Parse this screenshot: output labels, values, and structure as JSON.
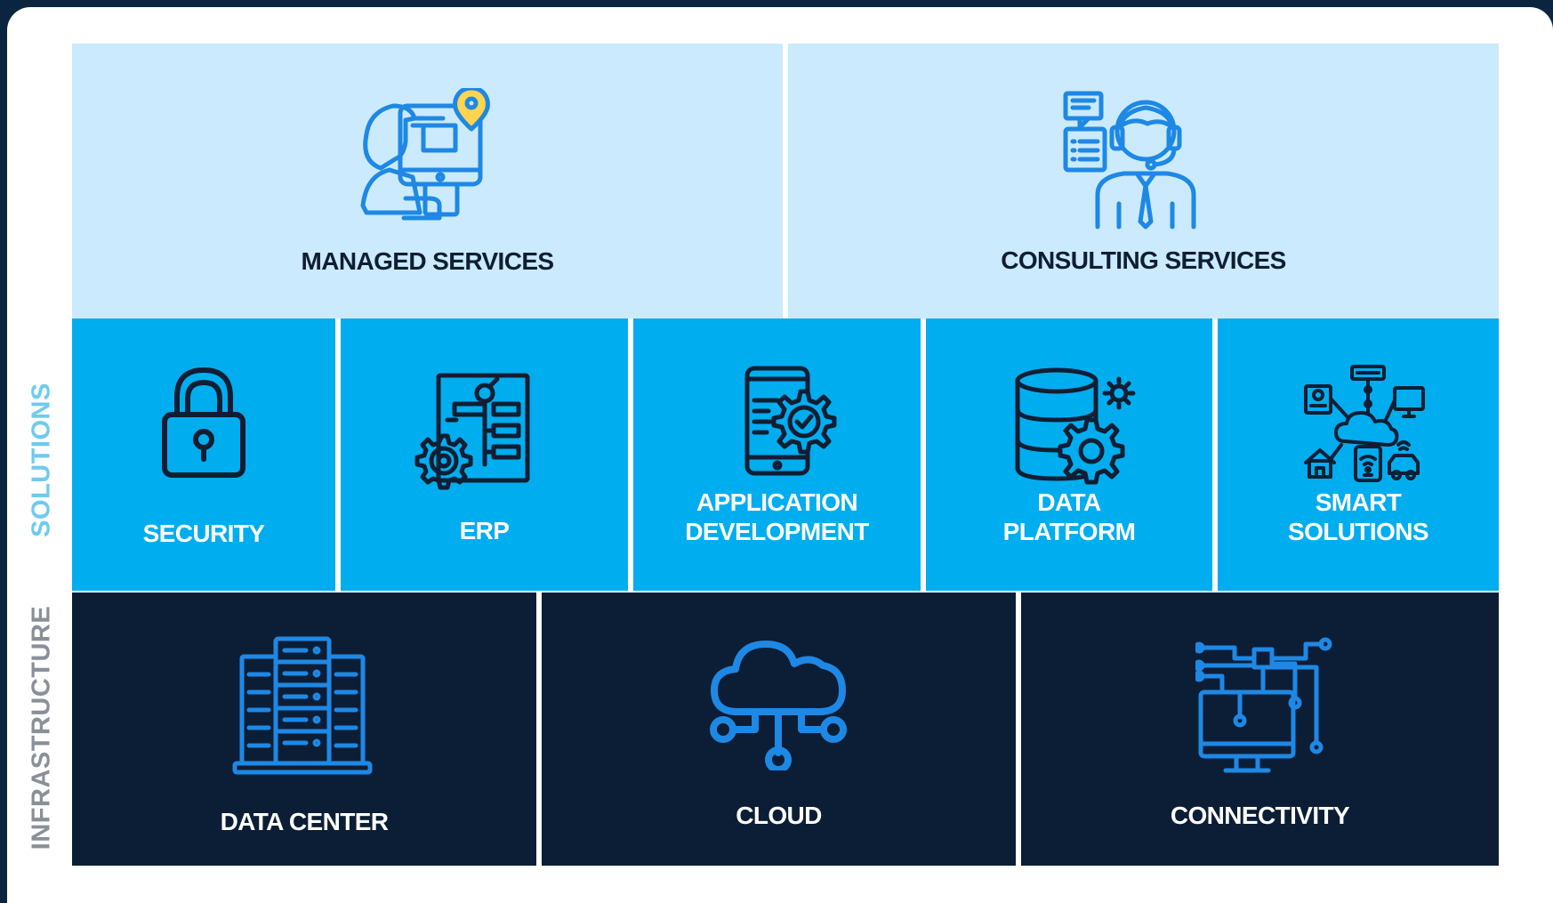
{
  "side_labels": {
    "solutions": "SOLUTIONS",
    "infrastructure": "INFRASTRUCTURE"
  },
  "services": [
    {
      "label": "MANAGED SERVICES",
      "icon": "support-person-monitor-icon"
    },
    {
      "label": "CONSULTING SERVICES",
      "icon": "consultant-headset-icon"
    }
  ],
  "solutions": [
    {
      "label": "SECURITY",
      "icon": "padlock-icon"
    },
    {
      "label": "ERP",
      "icon": "flowchart-gear-icon"
    },
    {
      "label": "APPLICATION\nDEVELOPMENT",
      "icon": "smartphone-gear-icon"
    },
    {
      "label": "DATA\nPLATFORM",
      "icon": "database-gear-icon"
    },
    {
      "label": "SMART\nSOLUTIONS",
      "icon": "iot-cloud-devices-icon"
    }
  ],
  "infrastructure": [
    {
      "label": "DATA CENTER",
      "icon": "server-rack-icon"
    },
    {
      "label": "CLOUD",
      "icon": "cloud-network-icon"
    },
    {
      "label": "CONNECTIVITY",
      "icon": "circuit-monitor-icon"
    }
  ],
  "colors": {
    "services_bg": "#cbeafd",
    "solutions_bg": "#00adef",
    "infrastructure_bg": "#0c1e36",
    "icon_blue": "#1e88e5",
    "icon_dark": "#0f1e33",
    "accent_yellow": "#ffd54f"
  }
}
